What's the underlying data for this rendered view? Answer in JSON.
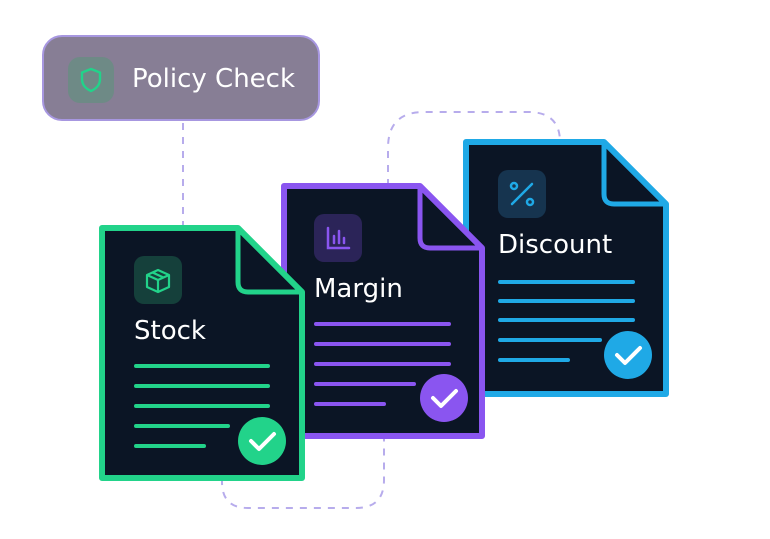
{
  "policy": {
    "label": "Policy Check",
    "icon": "shield-icon",
    "icon_color": "#22d38a"
  },
  "documents": [
    {
      "label": "Stock",
      "icon": "box-icon",
      "accent": "#22d38a",
      "check": "check-icon"
    },
    {
      "label": "Margin",
      "icon": "bar-chart-icon",
      "accent": "#8a55f0",
      "check": "check-icon"
    },
    {
      "label": "Discount",
      "icon": "percent-icon",
      "accent": "#1fa9e6",
      "check": "check-icon"
    }
  ],
  "colors": {
    "card_fill": "#0b1525",
    "connector": "#b7acec",
    "policy_fill": "#877e95"
  }
}
